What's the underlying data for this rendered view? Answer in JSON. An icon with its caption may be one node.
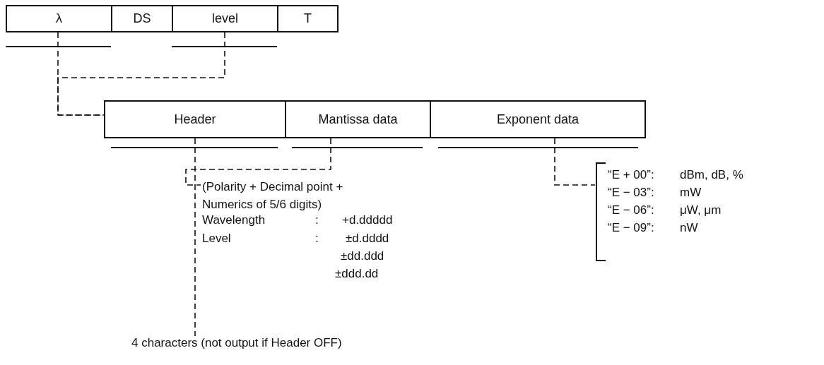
{
  "diagram": {
    "nodes": [
      {
        "text": [
          "λ"
        ]
      },
      {
        "text": [
          "DS"
        ]
      },
      {
        "text": [
          "level"
        ]
      },
      {
        "text": [
          "T"
        ]
      },
      {
        "text": [
          "Header"
        ]
      },
      {
        "text": [
          "Mantissa data"
        ]
      },
      {
        "text": [
          "Exponent data"
        ]
      },
      {
        "text": [
          "(Polarity + Decimal point + Numerics of 5/6 digits)",
          "Wavelength",
          ":",
          "+d.ddddd",
          "Level",
          ":",
          "±d.dddd",
          "±dd.ddd",
          "±ddd.dd"
        ]
      },
      {
        "text": [
          "4 characters (not output if Header OFF)"
        ]
      },
      {
        "text": [
          "“E + 00”:",
          "dBm, dB, %",
          "“E − 03”:",
          "mW",
          "“E − 06”:",
          "μW, μm",
          "“E − 09”:",
          "nW"
        ]
      }
    ],
    "edges": [
      {
        "from": 0,
        "to": 4,
        "arrow": "none",
        "style": "dashed"
      },
      {
        "from": 2,
        "to": 4,
        "arrow": "none",
        "style": "dashed"
      },
      {
        "from": 4,
        "to": 8,
        "arrow": "none",
        "style": "dashed"
      },
      {
        "from": 5,
        "to": 7,
        "arrow": "none",
        "style": "dashed"
      },
      {
        "from": 6,
        "to": 9,
        "arrow": "none",
        "style": "dashed"
      }
    ]
  }
}
